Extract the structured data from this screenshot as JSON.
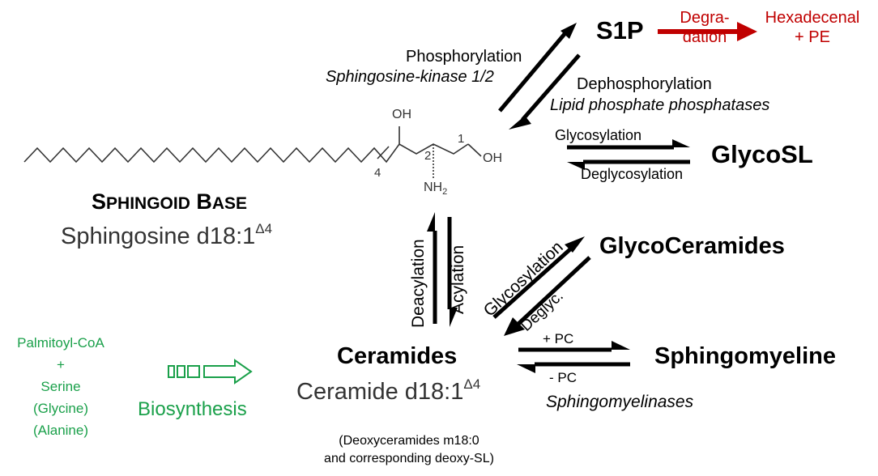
{
  "nodes": {
    "s1p": "S1P",
    "hexadecenal_line1": "Hexadecenal",
    "hexadecenal_line2": "+ PE",
    "glycosl": "GlycoSL",
    "glycoceramides": "GlycoCeramides",
    "ceramides": "Ceramides",
    "ceramide_sub": "Ceramide d18:1",
    "ceramide_sup": "Δ4",
    "sphingomyeline": "Sphingomyeline",
    "sphingoid_base_S": "S",
    "sphingoid_base_rest1": "PHINGOID",
    "sphingoid_base_B": "B",
    "sphingoid_base_rest2": "ASE",
    "sphingosine_sub": "Sphingosine d18:1",
    "sphingosine_sup": "Δ4"
  },
  "reactions": {
    "degradation_line1": "Degra-",
    "degradation_line2": "dation",
    "phosphorylation": "Phosphorylation",
    "sphingosine_kinase": "Sphingosine-kinase 1/2",
    "dephosphorylation": "Dephosphorylation",
    "lipid_phosphatases": "Lipid phosphate phosphatases",
    "glycosylation_top": "Glycosylation",
    "deglycosylation": "Deglycosylation",
    "deacylation": "Deacylation",
    "acylation": "Acylation",
    "glycosylation_diag": "Glycosylation",
    "deglyc": "Deglyc.",
    "plus_pc": "+ PC",
    "minus_pc": "- PC",
    "sphingomyelinases": "Sphingomyelinases"
  },
  "structure": {
    "oh_top": "OH",
    "oh_right": "OH",
    "nh2": "NH",
    "nh2_sub": "2",
    "c1": "1",
    "c2": "2",
    "c4": "4"
  },
  "biosynthesis": {
    "palmitoyl": "Palmitoyl-CoA",
    "plus": "+",
    "serine": "Serine",
    "glycine": "(Glycine)",
    "alanine": "(Alanine)",
    "label": "Biosynthesis"
  },
  "footnote": {
    "line1": "(Deoxyceramides m18:0",
    "line2": "and corresponding deoxy-SL)"
  },
  "colors": {
    "degradation": "#c00000",
    "biosynthesis": "#1aa04a",
    "text": "#000000"
  }
}
